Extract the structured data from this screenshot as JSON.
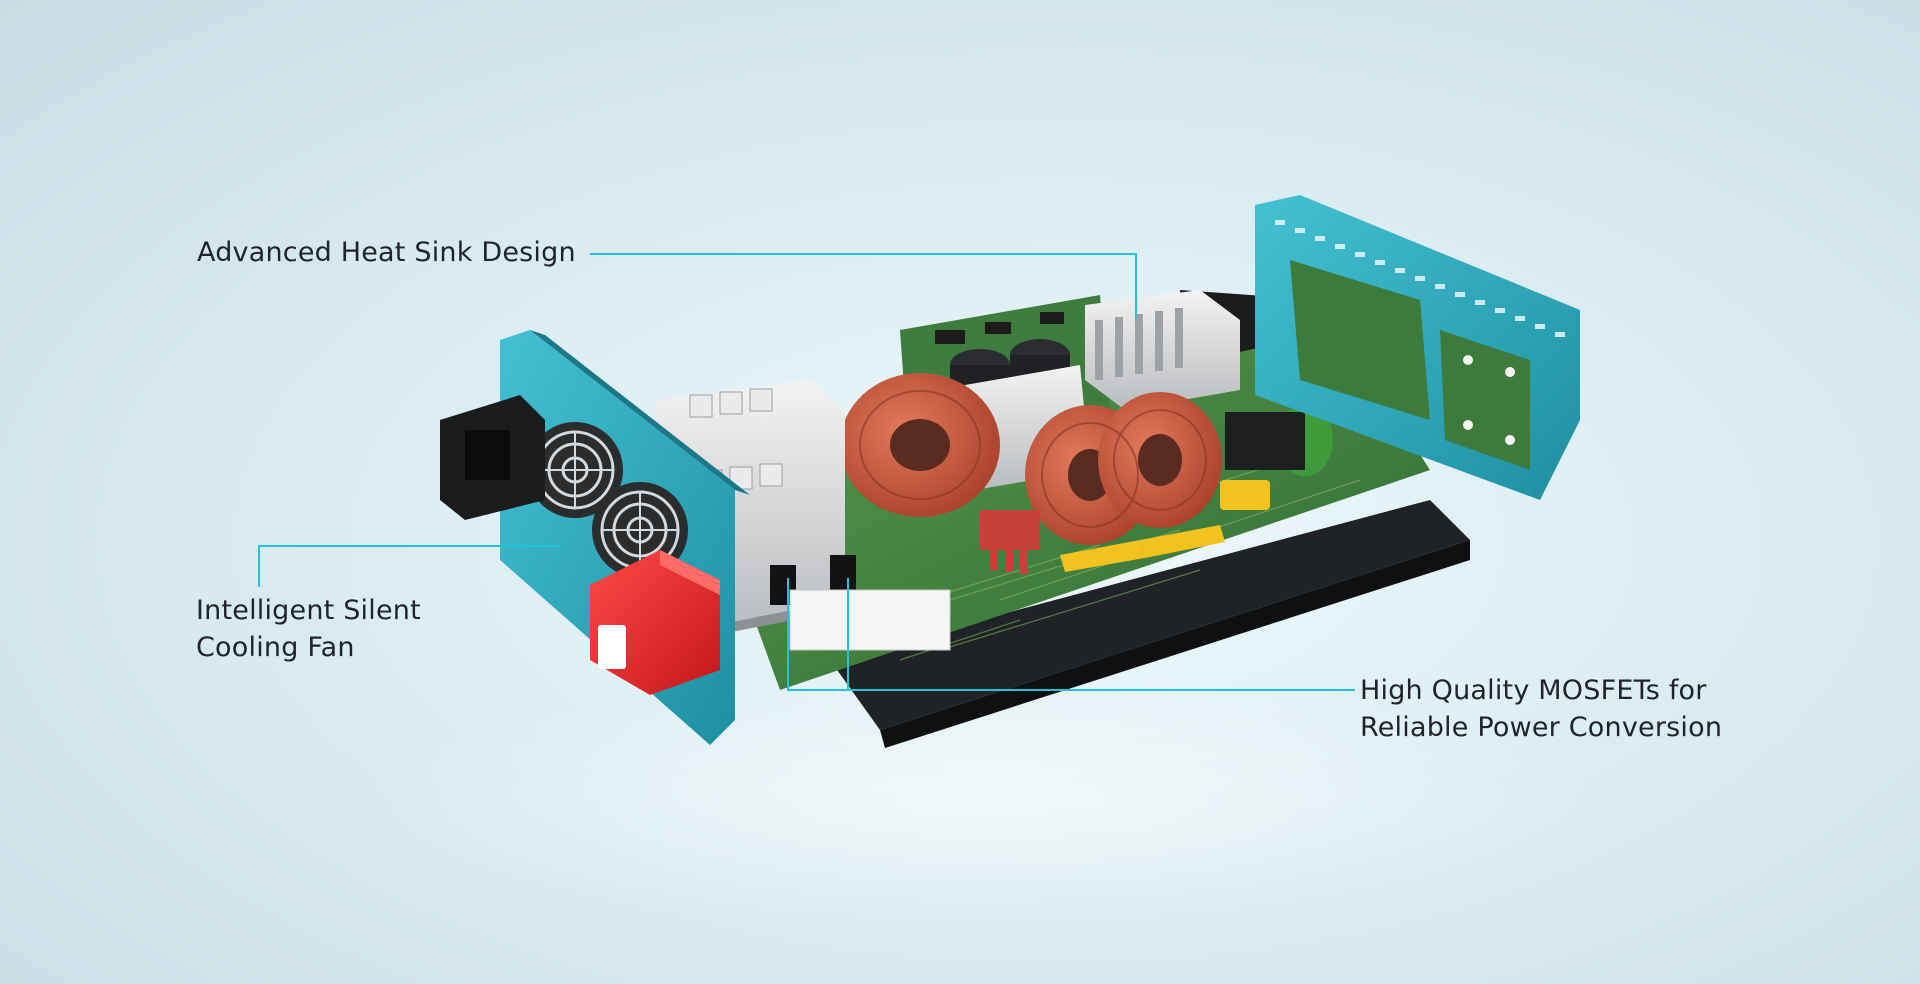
{
  "callouts": {
    "heat_sink": "Advanced Heat Sink Design",
    "fan_line1": "Intelligent Silent",
    "fan_line2": "Cooling Fan",
    "mosfet_line1": "High Quality MOSFETs for",
    "mosfet_line2": "Reliable Power Conversion"
  },
  "colors": {
    "leader_line": "#22c3d6",
    "panel_teal": "#2aa4b8",
    "pcb_green": "#3c7a3a",
    "inductor_copper": "#c8573d",
    "terminal_red": "#e0262b"
  }
}
